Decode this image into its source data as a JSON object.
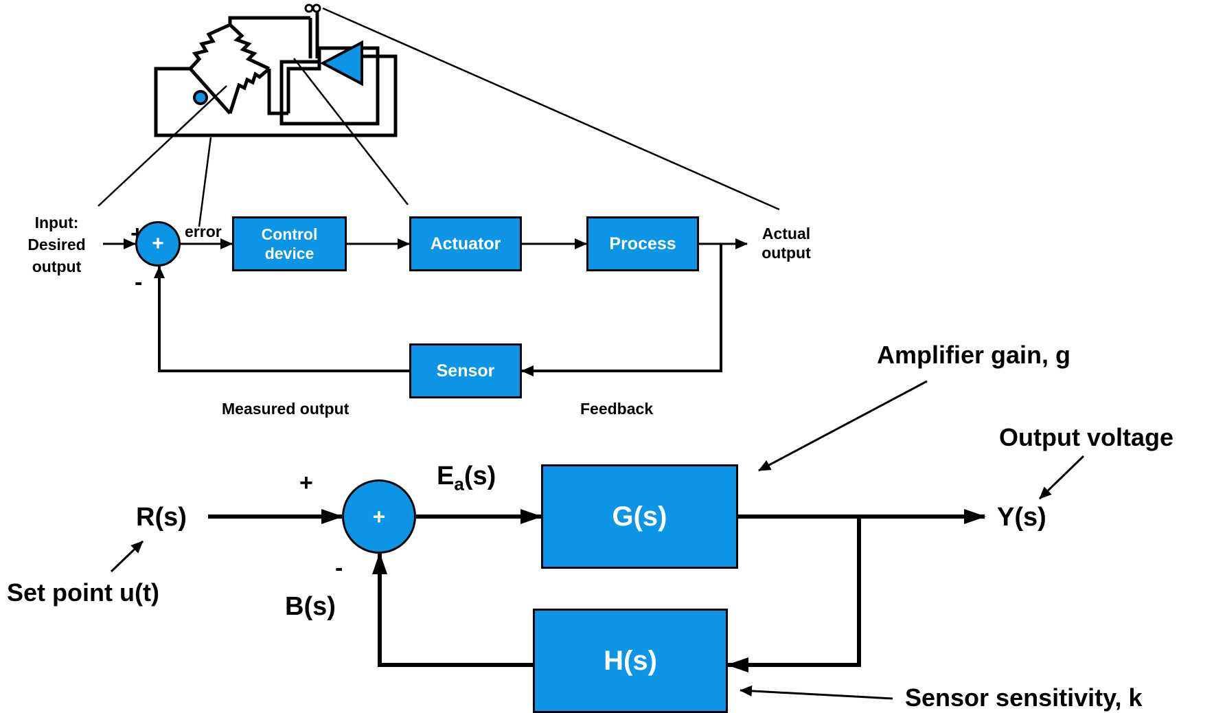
{
  "colors": {
    "block_fill": "#0c95e6",
    "line": "#000000"
  },
  "top_diagram": {
    "input_label_line1": "Input:",
    "input_label_line2": "Desired",
    "input_label_line3": "output",
    "plus_sign": "+",
    "minus_sign": "-",
    "sum_symbol": "+",
    "error_label": "error",
    "control_line1": "Control",
    "control_line2": "device",
    "actuator_label": "Actuator",
    "process_label": "Process",
    "actual_line1": "Actual",
    "actual_line2": "output",
    "sensor_label": "Sensor",
    "measured_label": "Measured output",
    "feedback_label": "Feedback"
  },
  "bottom_diagram": {
    "rs_label": "R(s)",
    "setpoint_label": "Set point u(t)",
    "plus_sign": "+",
    "minus_sign": "-",
    "sum_symbol": "+",
    "bs_label": "B(s)",
    "ea_main": "E",
    "ea_sub": "a",
    "ea_tail": "(s)",
    "gs_label": "G(s)",
    "hs_label": "H(s)",
    "ys_label": "Y(s)",
    "amp_gain_label": "Amplifier gain, g",
    "output_voltage_label": "Output voltage",
    "sensor_sens_label": "Sensor sensitivity, k"
  }
}
